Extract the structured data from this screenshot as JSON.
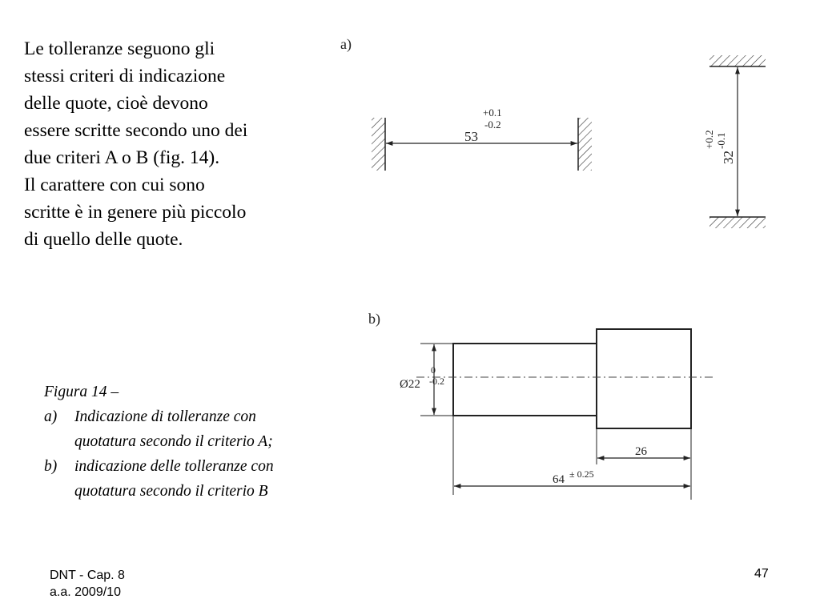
{
  "intro": {
    "lines": [
      "Le tolleranze seguono gli",
      "stessi criteri di indicazione",
      "delle quote, cioè devono",
      "essere scritte secondo uno dei",
      "due criteri A o B (fig. 14).",
      "Il carattere con cui sono",
      "scritte è in genere più piccolo",
      "di quello delle quote."
    ]
  },
  "caption": {
    "title": "Figura 14 –",
    "item_a_marker": "a)",
    "item_a_line1": "Indicazione di tolleranze con",
    "item_a_line2": "quotatura secondo il criterio A;",
    "item_b_marker": "b)",
    "item_b_line1": "indicazione delle tolleranze con",
    "item_b_line2": "quotatura secondo il criterio B"
  },
  "figure_a": {
    "label": "a)",
    "horizontal_dimension": "53",
    "horizontal_upper": "+0.1",
    "horizontal_lower": "-0.2",
    "vertical_dimension": "32",
    "vertical_upper": "+0.2",
    "vertical_lower": "-0.1"
  },
  "figure_b": {
    "label": "b)",
    "diameter_dimension": "Ø22",
    "diameter_upper": "0",
    "diameter_lower": "-0.2",
    "step_length": "26",
    "total_length": "64",
    "total_tolerance": "± 0.25"
  },
  "footer": {
    "course": "DNT - Cap. 8",
    "year": "a.a. 2009/10",
    "page_number": "47"
  }
}
